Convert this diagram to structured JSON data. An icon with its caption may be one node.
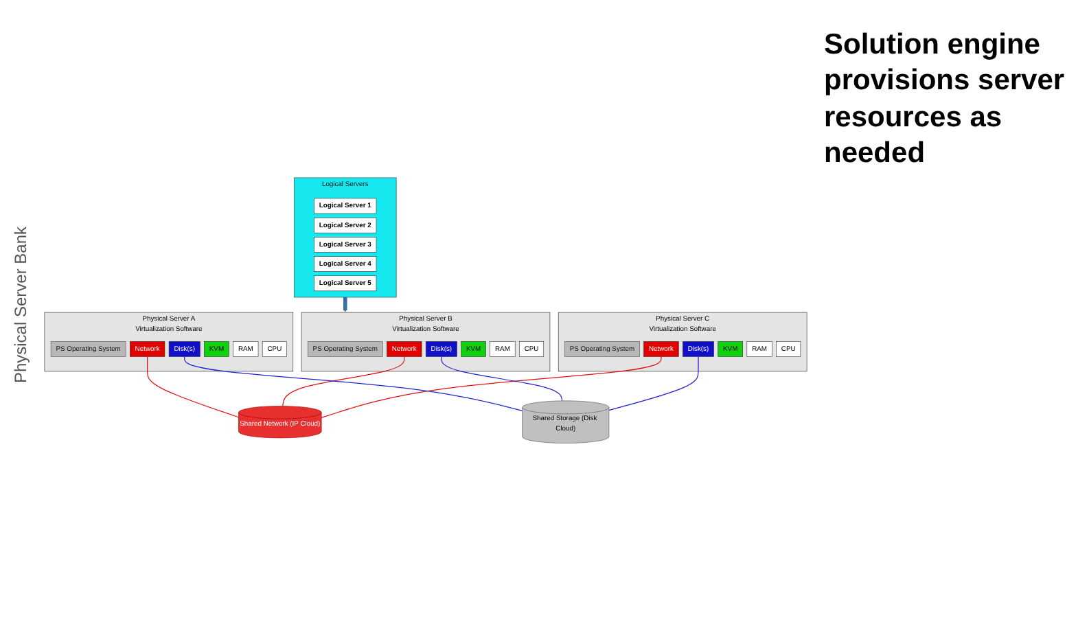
{
  "diagram": {
    "nodes": [
      {
        "text": [
          "Logical Servers"
        ]
      },
      {
        "text": [
          "Logical Server 1"
        ],
        "in": 0
      },
      {
        "text": [
          "Logical Server 2"
        ],
        "in": 0
      },
      {
        "text": [
          "Logical Server 3"
        ],
        "in": 0
      },
      {
        "text": [
          "Logical Server 4"
        ],
        "in": 0
      },
      {
        "text": [
          "Logical Server 5"
        ],
        "in": 0
      },
      {
        "text": [
          "Physical Server A",
          "Virtualization Software"
        ]
      },
      {
        "text": [
          "PS Operating System"
        ],
        "in": 6
      },
      {
        "text": [
          "Network"
        ],
        "in": 6
      },
      {
        "text": [
          "Disk(s)"
        ],
        "in": 6
      },
      {
        "text": [
          "KVM"
        ],
        "in": 6
      },
      {
        "text": [
          "RAM"
        ],
        "in": 6
      },
      {
        "text": [
          "CPU"
        ],
        "in": 6
      },
      {
        "text": [
          "Physical Server B",
          "Virtualization Software"
        ]
      },
      {
        "text": [
          "PS Operating System"
        ],
        "in": 13
      },
      {
        "text": [
          "Network"
        ],
        "in": 13
      },
      {
        "text": [
          "Disk(s)"
        ],
        "in": 13
      },
      {
        "text": [
          "KVM"
        ],
        "in": 13
      },
      {
        "text": [
          "RAM"
        ],
        "in": 13
      },
      {
        "text": [
          "CPU"
        ],
        "in": 13
      },
      {
        "text": [
          "Physical Server C",
          "Virtualization Software"
        ]
      },
      {
        "text": [
          "PS Operating System"
        ],
        "in": 20
      },
      {
        "text": [
          "Network"
        ],
        "in": 20
      },
      {
        "text": [
          "Disk(s)"
        ],
        "in": 20
      },
      {
        "text": [
          "KVM"
        ],
        "in": 20
      },
      {
        "text": [
          "RAM"
        ],
        "in": 20
      },
      {
        "text": [
          "CPU"
        ],
        "in": 20
      },
      {
        "text": [
          "Shared Network (IP Cloud)"
        ]
      },
      {
        "text": [
          "Shared Storage (Disk Cloud)"
        ]
      }
    ],
    "edges": [
      {
        "from": 0,
        "to": 13,
        "arrow": "to",
        "style": "thick",
        "color": "#3a6ea5"
      },
      {
        "from": 8,
        "to": 27,
        "arrow": "none",
        "color": "#e01010"
      },
      {
        "from": 15,
        "to": 27,
        "arrow": "none",
        "color": "#e01010"
      },
      {
        "from": 22,
        "to": 27,
        "arrow": "none",
        "color": "#e01010"
      },
      {
        "from": 9,
        "to": 28,
        "arrow": "none",
        "color": "#2020d0"
      },
      {
        "from": 16,
        "to": 28,
        "arrow": "none",
        "color": "#2020d0"
      },
      {
        "from": 23,
        "to": 28,
        "arrow": "none",
        "color": "#2020d0"
      }
    ],
    "labels": [
      "Solution engine provisions server resources as needed",
      "Physical Server Bank"
    ]
  }
}
